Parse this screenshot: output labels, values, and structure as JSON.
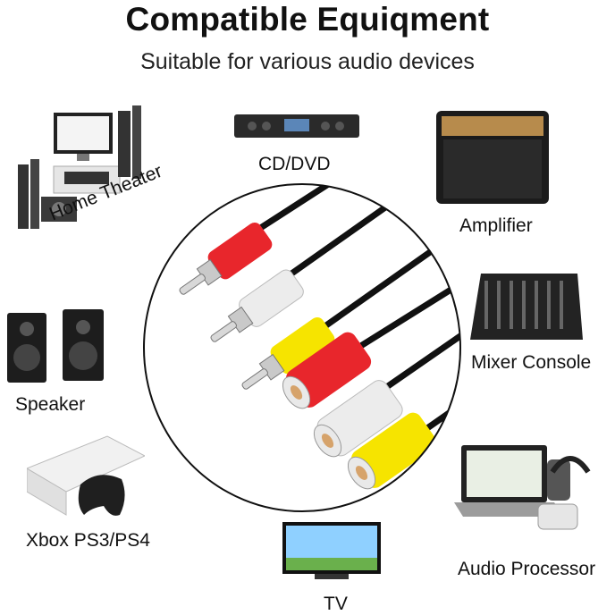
{
  "header": {
    "title": "Compatible Equiqment",
    "subtitle": "Suitable for various audio devices"
  },
  "devices": [
    {
      "label": "Home Theater",
      "icon": "home-theater-icon"
    },
    {
      "label": "CD/DVD",
      "icon": "cd-dvd-player-icon"
    },
    {
      "label": "Amplifier",
      "icon": "amplifier-icon"
    },
    {
      "label": "Speaker",
      "icon": "speaker-icon"
    },
    {
      "label": "Mixer Console",
      "icon": "mixer-console-icon"
    },
    {
      "label": "Xbox PS3/PS4",
      "icon": "game-console-icon"
    },
    {
      "label": "TV",
      "icon": "tv-icon"
    },
    {
      "label": "Audio Processor",
      "icon": "audio-processor-icon"
    }
  ],
  "center": {
    "icon": "rca-cable-icon"
  },
  "colors": {
    "rca_red": "#e8262c",
    "rca_white": "#ececec",
    "rca_yellow": "#f6e400",
    "cable": "#111111",
    "text": "#111111"
  }
}
